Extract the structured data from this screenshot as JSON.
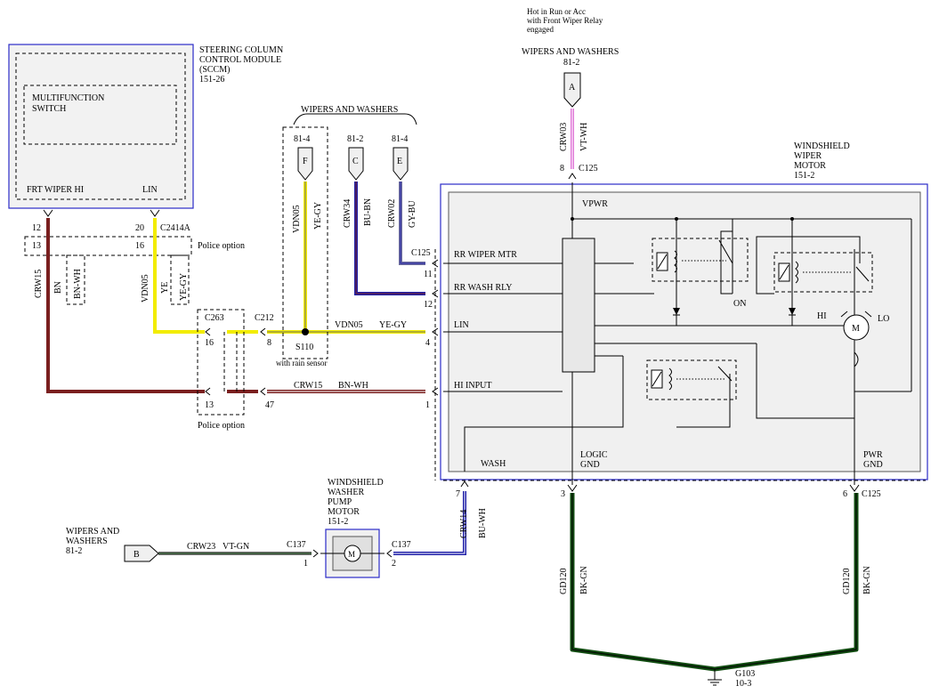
{
  "header": {
    "hot_note_1": "Hot in Run or Acc",
    "hot_note_2": "with Front Wiper Relay",
    "hot_note_3": "engaged",
    "top_ref_name": "WIPERS AND WASHERS",
    "top_ref_page": "81-2",
    "top_ref_letter": "A"
  },
  "sccm": {
    "title_1": "STEERING COLUMN",
    "title_2": "CONTROL MODULE",
    "title_3": "(SCCM)",
    "page": "151-26",
    "inner_1": "MULTIFUNCTION",
    "inner_2": "SWITCH",
    "pin_left": "FRT WIPER HI",
    "pin_right": "LIN",
    "pin_num_left": "12",
    "pin_num_right": "20",
    "connector": "C2414A"
  },
  "refs": {
    "group_label": "WIPERS AND WASHERS",
    "f_page": "81-4",
    "f_letter": "F",
    "c_page": "81-2",
    "c_letter": "C",
    "e_page": "81-4",
    "e_letter": "E"
  },
  "motor": {
    "title_1": "WINDSHIELD",
    "title_2": "WIPER",
    "title_3": "MOTOR",
    "page": "151-2",
    "vpwr": "VPWR",
    "rr_wiper": "RR WIPER MTR",
    "rr_wash": "RR WASH RLY",
    "lin": "LIN",
    "hi_input": "HI INPUT",
    "wash": "WASH",
    "logic_gnd_1": "LOGIC",
    "logic_gnd_2": "GND",
    "pwr_gnd_1": "PWR",
    "pwr_gnd_2": "GND",
    "on": "ON",
    "hi": "HI",
    "lo": "LO",
    "m": "M"
  },
  "pump": {
    "title_1": "WINDSHIELD",
    "title_2": "WASHER",
    "title_3": "PUMP",
    "title_4": "MOTOR",
    "page": "151-2",
    "m": "M"
  },
  "bottom_ref": {
    "name_1": "WIPERS AND",
    "name_2": "WASHERS",
    "page": "81-2",
    "letter": "B"
  },
  "ground": {
    "name": "G103",
    "page": "10-3"
  },
  "labels": {
    "police_option": "Police option",
    "with_rain_sensor": "with rain sensor",
    "s110": "S110",
    "c263": "C263",
    "c212": "C212",
    "c125": "C125",
    "c137": "C137"
  },
  "pins": {
    "p13a": "13",
    "p16a": "16",
    "p16b": "16",
    "p13b": "13",
    "p8": "8",
    "p47": "47",
    "p11": "11",
    "p12": "12",
    "p4": "4",
    "p1": "1",
    "p8top": "8",
    "p3": "3",
    "p6": "6",
    "p7": "7",
    "p1pump": "1",
    "p2pump": "2"
  },
  "wires": {
    "crw15": "CRW15",
    "bn": "BN",
    "bn_wh": "BN-WH",
    "vdn05": "VDN05",
    "ye": "YE",
    "ye_gy": "YE-GY",
    "crw34": "CRW34",
    "bu_bn": "BU-BN",
    "crw02": "CRW02",
    "gy_bu": "GY-BU",
    "crw03": "CRW03",
    "vt_wh": "VT-WH",
    "crw14": "CRW14",
    "bu_wh": "BU-WH",
    "crw23": "CRW23",
    "vt_gn": "VT-GN",
    "gd120": "GD120",
    "bk_gn": "BK-GN"
  },
  "colors": {
    "brown": "#7a1f1f",
    "yellow": "#f2ec00",
    "blue": "#1f1fa8",
    "violet": "#e07ad8",
    "green": "#124d12",
    "gray": "#6e6e6e",
    "module_border": "#2b2bc8"
  }
}
